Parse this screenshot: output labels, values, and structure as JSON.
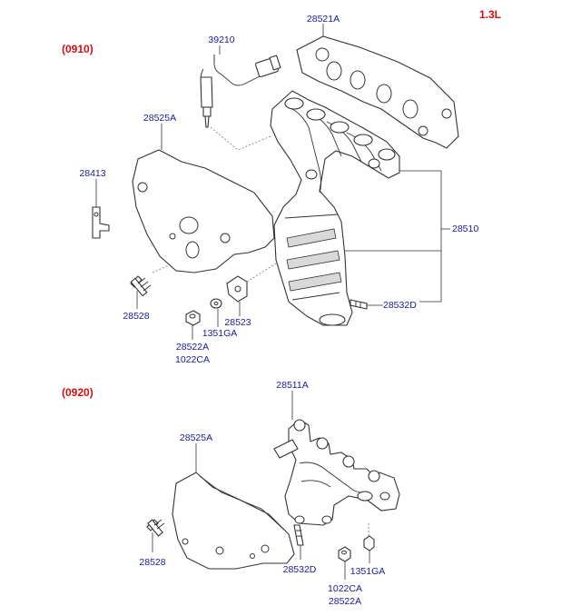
{
  "header": {
    "engine": "1.3L"
  },
  "section_top": {
    "code": "(0910)",
    "labels": {
      "gasket": "28521A",
      "o2_sensor": "39210",
      "heat_protector": "28525A",
      "bracket": "28413",
      "manifold_assembly": "28510",
      "bolt": "28528",
      "stay": "28523",
      "stud": "28532D",
      "nut": "1351GA",
      "nut_a": "28522A",
      "washer": "1022CA"
    }
  },
  "section_bottom": {
    "code": "(0920)",
    "labels": {
      "manifold": "28511A",
      "heat_protector": "28525A",
      "bolt": "28528",
      "stud": "28532D",
      "nut": "1351GA",
      "washer": "1022CA",
      "nut_a": "28522A"
    }
  },
  "colors": {
    "label_text": "#1a1aa0",
    "section_text": "#d01010",
    "line": "#333333"
  }
}
